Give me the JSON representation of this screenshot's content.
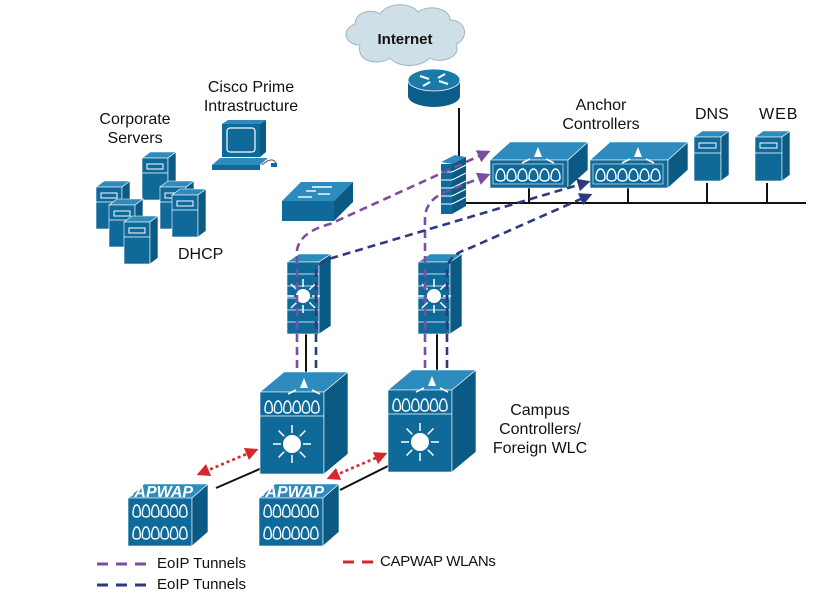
{
  "diagram": {
    "colors": {
      "device": "#0f6a99",
      "device_light": "#2d8cbd",
      "device_edge": "#ffffff",
      "eoip_purple": "#7a4ea0",
      "eoip_navy": "#2e3a80",
      "capwap_red": "#d6262e",
      "wire": "#111111",
      "cloud": "#cfdfe8"
    },
    "labels": {
      "internet": "Internet",
      "cisco_prime": "Cisco Prime\nIntrastructure",
      "cisco_prime_line1": "Cisco Prime",
      "cisco_prime_line2": "Intrastructure",
      "corporate_servers_line1": "Corporate",
      "corporate_servers_line2": "Servers",
      "dhcp": "DHCP",
      "anchor_line1": "Anchor",
      "anchor_line2": "Controllers",
      "dns": "DNS",
      "web": "WEB",
      "campus_line1": "Campus",
      "campus_line2": "Controllers/",
      "campus_line3": "Foreign WLC",
      "ap_text": "CAPWAP"
    },
    "legend": [
      {
        "label": "EoIP Tunnels",
        "style": "purple-dashed"
      },
      {
        "label": "EoIP Tunnels",
        "style": "navy-dashed"
      },
      {
        "label": "CAPWAP WLANs",
        "style": "red-dashed"
      }
    ],
    "nodes": [
      {
        "id": "internet-cloud",
        "type": "cloud"
      },
      {
        "id": "router",
        "type": "router"
      },
      {
        "id": "edge-firewall",
        "type": "firewall"
      },
      {
        "id": "anchor-controller-1",
        "type": "wlc"
      },
      {
        "id": "anchor-controller-2",
        "type": "wlc"
      },
      {
        "id": "dns-server",
        "type": "server"
      },
      {
        "id": "web-server",
        "type": "server"
      },
      {
        "id": "cisco-prime",
        "type": "workstation"
      },
      {
        "id": "corporate-servers",
        "type": "server-cluster"
      },
      {
        "id": "core-switch",
        "type": "switch"
      },
      {
        "id": "distribution-firewall-1",
        "type": "firewall-router"
      },
      {
        "id": "distribution-firewall-2",
        "type": "firewall-router"
      },
      {
        "id": "campus-controller-1",
        "type": "wlc-switch"
      },
      {
        "id": "campus-controller-2",
        "type": "wlc-switch"
      },
      {
        "id": "access-point-1",
        "type": "capwap-ap"
      },
      {
        "id": "access-point-2",
        "type": "capwap-ap"
      }
    ]
  }
}
